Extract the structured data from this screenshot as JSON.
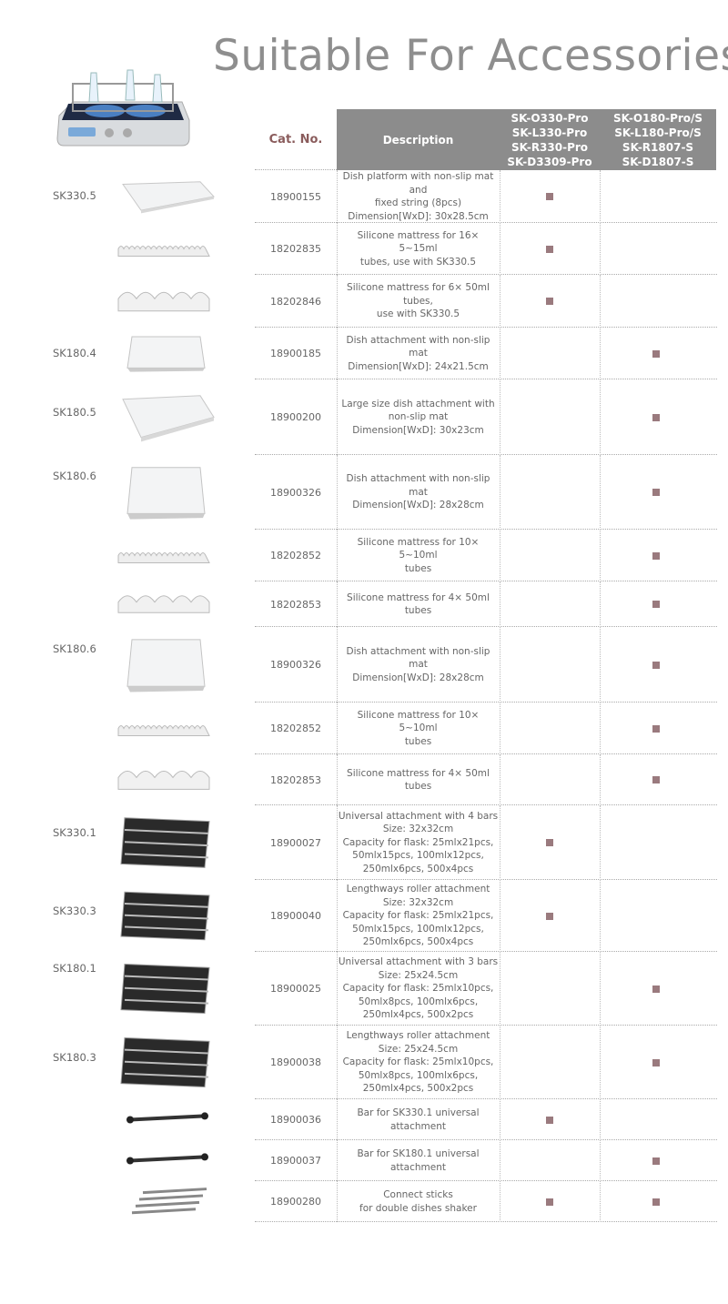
{
  "title": "Suitable For Accessories",
  "header": {
    "cat_no": "Cat. No.",
    "description": "Description",
    "col1": [
      "SK-O330-Pro",
      "SK-L330-Pro",
      "SK-R330-Pro",
      "SK-D3309-Pro"
    ],
    "col2": [
      "SK-O180-Pro/S",
      "SK-L180-Pro/S",
      "SK-R1807-S",
      "SK-D1807-S"
    ]
  },
  "colors": {
    "header_bg": "#8c8c8c",
    "cat_no_label": "#8a5c5c",
    "mark": "#9a7a7e",
    "title": "#8e8e8e"
  },
  "rows": [
    {
      "model": "SK330.5",
      "image": "dish-platform",
      "cat": "18900155",
      "desc": [
        "Dish platform with non-slip mat and",
        "fixed string (8pcs)",
        "Dimension[WxD]: 30x28.5cm"
      ],
      "col1": true,
      "col2": false
    },
    {
      "model": "",
      "image": "tube-mattress",
      "cat": "18202835",
      "desc": [
        "Silicone mattress for 16× 5~15ml",
        "tubes, use with SK330.5"
      ],
      "col1": true,
      "col2": false
    },
    {
      "model": "",
      "image": "wave-mattress",
      "cat": "18202846",
      "desc": [
        "Silicone mattress for 6× 50ml tubes,",
        "use with SK330.5"
      ],
      "col1": true,
      "col2": false
    },
    {
      "model": "SK180.4",
      "image": "dish-tray",
      "cat": "18900185",
      "desc": [
        "Dish attachment with non-slip mat",
        "Dimension[WxD]: 24x21.5cm"
      ],
      "col1": false,
      "col2": true
    },
    {
      "model": "SK180.5",
      "image": "dish-platform",
      "cat": "18900200",
      "desc": [
        "Large size dish attachment with",
        "non-slip mat",
        "Dimension[WxD]: 30x23cm"
      ],
      "col1": false,
      "col2": true
    },
    {
      "model": "SK180.6",
      "image": "dish-tray",
      "cat": "18900326",
      "desc": [
        "Dish attachment with non-slip mat",
        "Dimension[WxD]: 28x28cm"
      ],
      "col1": false,
      "col2": true
    },
    {
      "model": "",
      "image": "tube-mattress",
      "cat": "18202852",
      "desc": [
        "Silicone mattress for 10× 5~10ml",
        "tubes"
      ],
      "col1": false,
      "col2": true
    },
    {
      "model": "",
      "image": "wave-mattress",
      "cat": "18202853",
      "desc": [
        "Silicone mattress for 4× 50ml tubes"
      ],
      "col1": false,
      "col2": true
    },
    {
      "model": "SK180.6",
      "image": "dish-tray",
      "cat": "18900326",
      "desc": [
        "Dish attachment with non-slip mat",
        "Dimension[WxD]: 28x28cm"
      ],
      "col1": false,
      "col2": true
    },
    {
      "model": "",
      "image": "tube-mattress",
      "cat": "18202852",
      "desc": [
        "Silicone mattress for 10× 5~10ml",
        "tubes"
      ],
      "col1": false,
      "col2": true
    },
    {
      "model": "",
      "image": "wave-mattress",
      "cat": "18202853",
      "desc": [
        "Silicone mattress for 4× 50ml tubes"
      ],
      "col1": false,
      "col2": true
    },
    {
      "model": "SK330.1",
      "image": "bar-rack",
      "cat": "18900027",
      "desc": [
        "Universal attachment with 4 bars",
        "Size: 32x32cm",
        "Capacity for flask: 25mlx21pcs,",
        "50mlx15pcs, 100mlx12pcs,",
        "250mlx6pcs, 500x4pcs"
      ],
      "col1": true,
      "col2": false
    },
    {
      "model": "SK330.3",
      "image": "roller-rack",
      "cat": "18900040",
      "desc": [
        "Lengthways roller attachment",
        "Size: 32x32cm",
        "Capacity for flask: 25mlx21pcs,",
        "50mlx15pcs, 100mlx12pcs,",
        "250mlx6pcs, 500x4pcs"
      ],
      "col1": true,
      "col2": false
    },
    {
      "model": "SK180.1",
      "image": "bar-rack",
      "cat": "18900025",
      "desc": [
        "Universal attachment with 3 bars",
        "Size: 25x24.5cm",
        "Capacity for flask: 25mlx10pcs,",
        "50mlx8pcs, 100mlx6pcs,",
        "250mlx4pcs, 500x2pcs"
      ],
      "col1": false,
      "col2": true
    },
    {
      "model": "SK180.3",
      "image": "roller-rack",
      "cat": "18900038",
      "desc": [
        "Lengthways roller attachment",
        "Size: 25x24.5cm",
        "Capacity for flask: 25mlx10pcs,",
        "50mlx8pcs, 100mlx6pcs,",
        "250mlx4pcs, 500x2pcs"
      ],
      "col1": false,
      "col2": true
    },
    {
      "model": "",
      "image": "bar",
      "cat": "18900036",
      "desc": [
        "Bar for SK330.1 universal",
        "attachment"
      ],
      "col1": true,
      "col2": false
    },
    {
      "model": "",
      "image": "bar",
      "cat": "18900037",
      "desc": [
        "Bar for SK180.1 universal",
        "attachment"
      ],
      "col1": false,
      "col2": true
    },
    {
      "model": "",
      "image": "connect-sticks",
      "cat": "18900280",
      "desc": [
        "Connect sticks",
        "for double dishes shaker"
      ],
      "col1": true,
      "col2": true
    }
  ]
}
